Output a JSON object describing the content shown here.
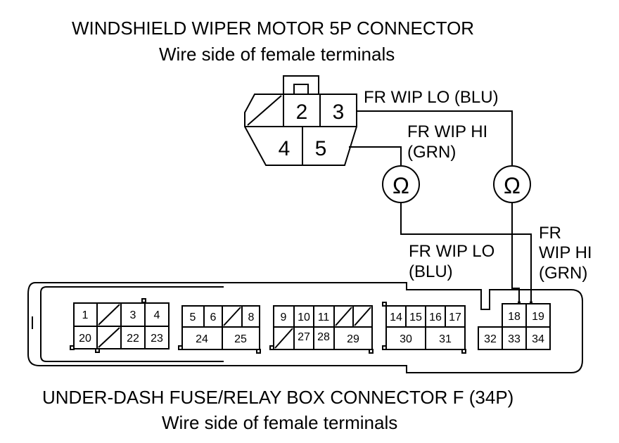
{
  "wiper": {
    "title": "WINDSHIELD WIPER MOTOR 5P CONNECTOR",
    "subtitle": "Wire side of female terminals",
    "terminals": [
      "2",
      "3",
      "4",
      "5"
    ]
  },
  "fusebox": {
    "title": "UNDER-DASH FUSE/RELAY BOX CONNECTOR F (34P)",
    "subtitle": "Wire side of female terminals",
    "terminals": {
      "t1": "1",
      "t3": "3",
      "t4": "4",
      "t20": "20",
      "t22": "22",
      "t23": "23",
      "t5": "5",
      "t6": "6",
      "t8": "8",
      "t24": "24",
      "t25": "25",
      "t9": "9",
      "t10": "10",
      "t11": "11",
      "t27": "27",
      "t28": "28",
      "t29": "29",
      "t14": "14",
      "t15": "15",
      "t16": "16",
      "t17": "17",
      "t30": "30",
      "t31": "31",
      "t18": "18",
      "t19": "19",
      "t32": "32",
      "t33": "33",
      "t34": "34"
    }
  },
  "wires": {
    "top_lo": "FR WIP LO (BLU)",
    "top_hi_line1": "FR WIP HI",
    "top_hi_line2": "(GRN)",
    "bottom_lo_line1": "FR WIP LO",
    "bottom_lo_line2": "(BLU)",
    "bottom_hi_line1": "FR",
    "bottom_hi_line2": "WIP HI",
    "bottom_hi_line3": "(GRN)"
  },
  "meter_symbol": "Ω"
}
